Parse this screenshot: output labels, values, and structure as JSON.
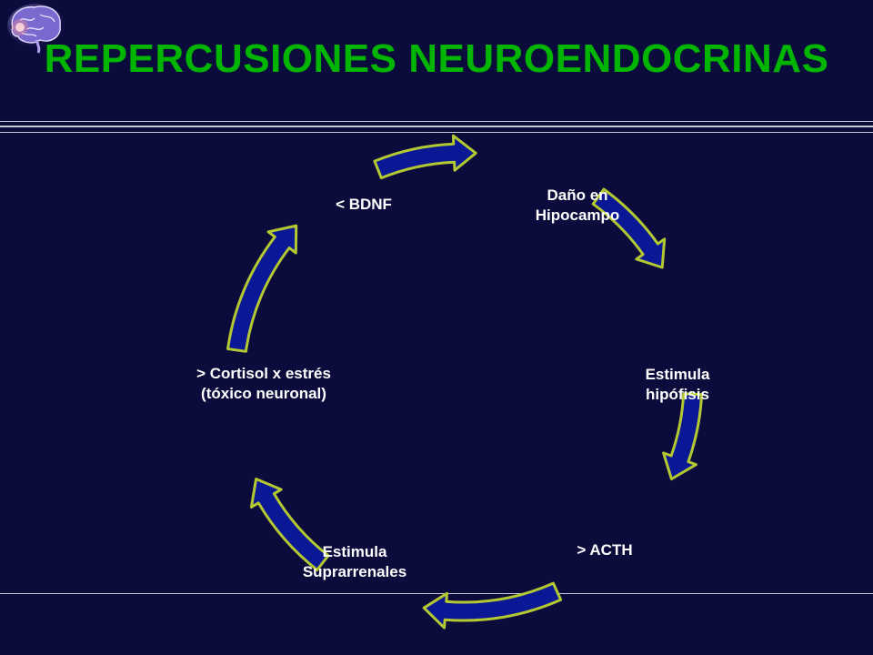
{
  "slide": {
    "title": "REPERCUSIONES NEUROENDOCRINAS",
    "logo_icon": "brain-icon",
    "colors": {
      "background": "#0c0c3c",
      "title": "#00b400",
      "arrow_fill": "#0a1896",
      "arrow_outline": "#b4c832",
      "text": "#ffffff"
    }
  },
  "cycle": {
    "nodes": [
      {
        "id": "dano-hipocampo",
        "lines": [
          "Daño en",
          "Hipocampo"
        ]
      },
      {
        "id": "estimula-hipofisis",
        "lines": [
          "Estimula",
          "hipófisis"
        ]
      },
      {
        "id": "acth",
        "lines": [
          "> ACTH"
        ]
      },
      {
        "id": "estimula-suprarrenales",
        "lines": [
          "Estimula",
          "Suprarrenales"
        ]
      },
      {
        "id": "cortisol",
        "lines": [
          "> Cortisol x estrés",
          "(tóxico neuronal)"
        ]
      },
      {
        "id": "bdnf",
        "lines": [
          "< BDNF"
        ]
      }
    ],
    "arrow_direction": "clockwise",
    "arrow_icon": "curved-arrow-icon"
  }
}
